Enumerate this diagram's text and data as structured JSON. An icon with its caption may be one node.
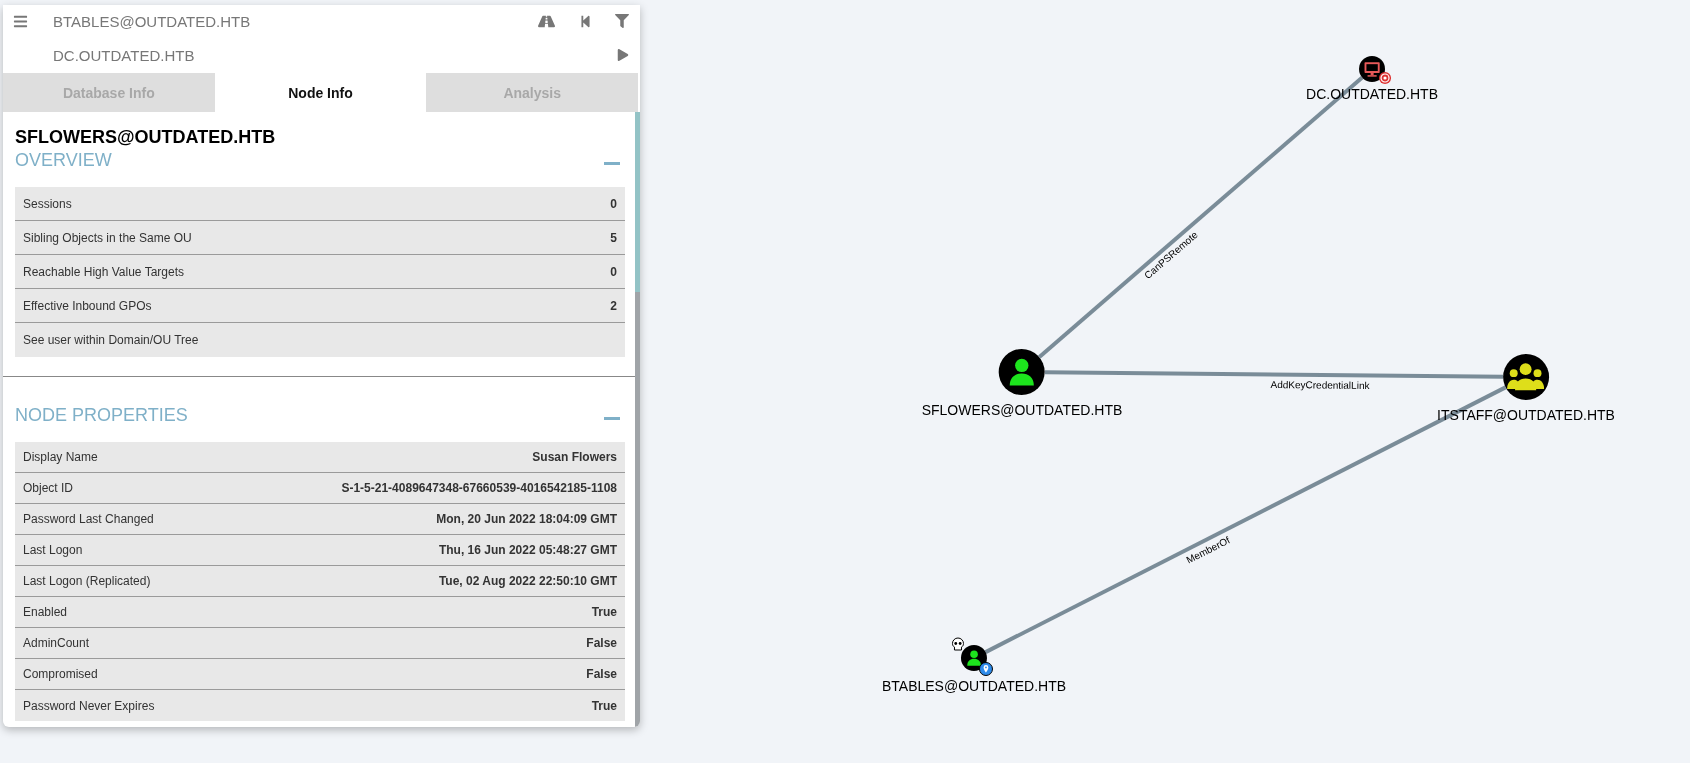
{
  "diagram": {
    "nodes": [
      {
        "text": [
          "DC.OUTDATED.HTB"
        ]
      },
      {
        "text": [
          "SFLOWERS@OUTDATED.HTB"
        ]
      },
      {
        "text": [
          "ITSTAFF@OUTDATED.HTB"
        ]
      },
      {
        "text": [
          "BTABLES@OUTDATED.HTB"
        ]
      }
    ],
    "edges": [
      {
        "from": 1,
        "to": 0,
        "arrow": "none",
        "label": "CanPSRemote"
      },
      {
        "from": 2,
        "to": 1,
        "arrow": "none",
        "label": "AddKeyCredentialLink"
      },
      {
        "from": 3,
        "to": 2,
        "arrow": "none",
        "label": "MemberOf"
      }
    ],
    "labels": [
      "BTABLES@OUTDATED.HTB",
      "DC.OUTDATED.HTB",
      "Database Info",
      "Node Info",
      "Analysis",
      "SFLOWERS@OUTDATED.HTB",
      "OVERVIEW",
      "Sessions",
      "0",
      "Sibling Objects in the Same OU",
      "5",
      "Reachable High Value Targets",
      "0",
      "Effective Inbound GPOs",
      "2",
      "See user within Domain/OU Tree",
      "NODE PROPERTIES",
      "Display Name",
      "Susan Flowers",
      "Object ID",
      "S-1-5-21-4089647348-67660539-4016542185-1108",
      "Password Last Changed",
      "Mon, 20 Jun 2022 18:04:09 GMT",
      "Last Logon",
      "Thu, 16 Jun 2022 05:48:27 GMT",
      "Last Logon (Replicated)",
      "Tue, 02 Aug 2022 22:50:10 GMT",
      "Enabled",
      "True",
      "AdminCount",
      "False",
      "Compromised",
      "False",
      "Password Never Expires",
      "True"
    ]
  }
}
